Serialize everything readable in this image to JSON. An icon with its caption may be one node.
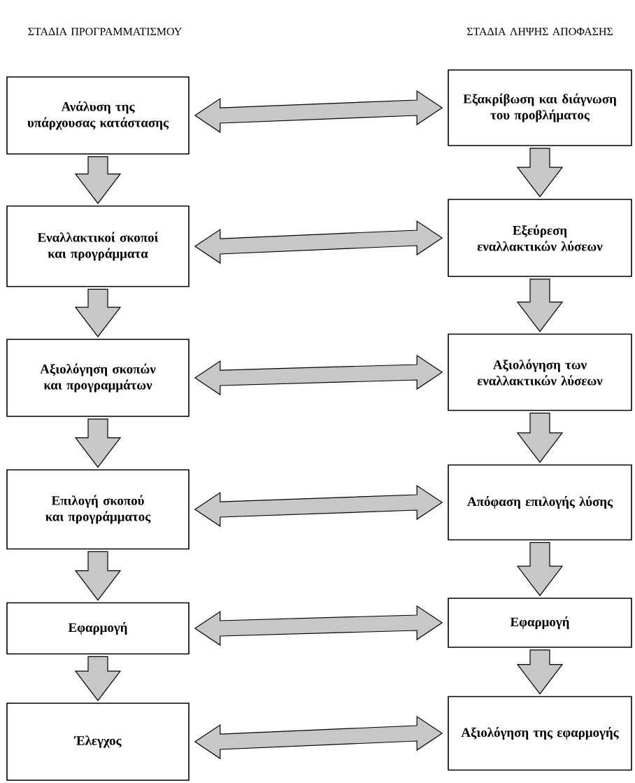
{
  "diagram": {
    "nodes": [
      {
        "text": [
          "Ανάλυση της υπάρχουσας κατάστασης"
        ]
      },
      {
        "text": [
          "Εξακρίβωση και διάγνωση του προβλήματος"
        ]
      },
      {
        "text": [
          "Εναλλακτικοί σκοποί και προγράμματα"
        ]
      },
      {
        "text": [
          "Εξεύρεση εναλλακτικών λύσεων"
        ]
      },
      {
        "text": [
          "Αξιολόγηση σκοπών και προγραμμάτων"
        ]
      },
      {
        "text": [
          "Αξιολόγηση των εναλλακτικών λύσεων"
        ]
      },
      {
        "text": [
          "Επιλογή σκοπού και προγράμματος"
        ]
      },
      {
        "text": [
          "Απόφαση επιλογής λύσης"
        ]
      },
      {
        "text": [
          "Εφαρμογή"
        ]
      },
      {
        "text": [
          "Εφαρμογή"
        ]
      },
      {
        "text": [
          "Έλεγχος"
        ]
      },
      {
        "text": [
          "Αξιολόγηση της εφαρμογής"
        ]
      }
    ],
    "edges": [
      {
        "from": 0,
        "to": 2,
        "arrow": "to"
      },
      {
        "from": 2,
        "to": 4,
        "arrow": "to"
      },
      {
        "from": 4,
        "to": 6,
        "arrow": "to"
      },
      {
        "from": 6,
        "to": 8,
        "arrow": "to"
      },
      {
        "from": 8,
        "to": 10,
        "arrow": "to"
      },
      {
        "from": 1,
        "to": 3,
        "arrow": "to"
      },
      {
        "from": 3,
        "to": 5,
        "arrow": "to"
      },
      {
        "from": 5,
        "to": 7,
        "arrow": "to"
      },
      {
        "from": 7,
        "to": 9,
        "arrow": "to"
      },
      {
        "from": 9,
        "to": 11,
        "arrow": "to"
      },
      {
        "from": 0,
        "to": 1,
        "arrow": "both"
      },
      {
        "from": 2,
        "to": 3,
        "arrow": "both"
      },
      {
        "from": 4,
        "to": 5,
        "arrow": "both"
      },
      {
        "from": 6,
        "to": 7,
        "arrow": "both"
      },
      {
        "from": 8,
        "to": 9,
        "arrow": "both"
      },
      {
        "from": 10,
        "to": 11,
        "arrow": "both"
      }
    ],
    "labels": [
      "ΣΤΑΔΙΑ ΠΡΟΓΡΑΜΜΑΤΙΣΜΟΥ",
      "ΣΤΑΔΙΑ ΛΗΨΗΣ ΑΠΟΦΑΣΗΣ"
    ]
  }
}
